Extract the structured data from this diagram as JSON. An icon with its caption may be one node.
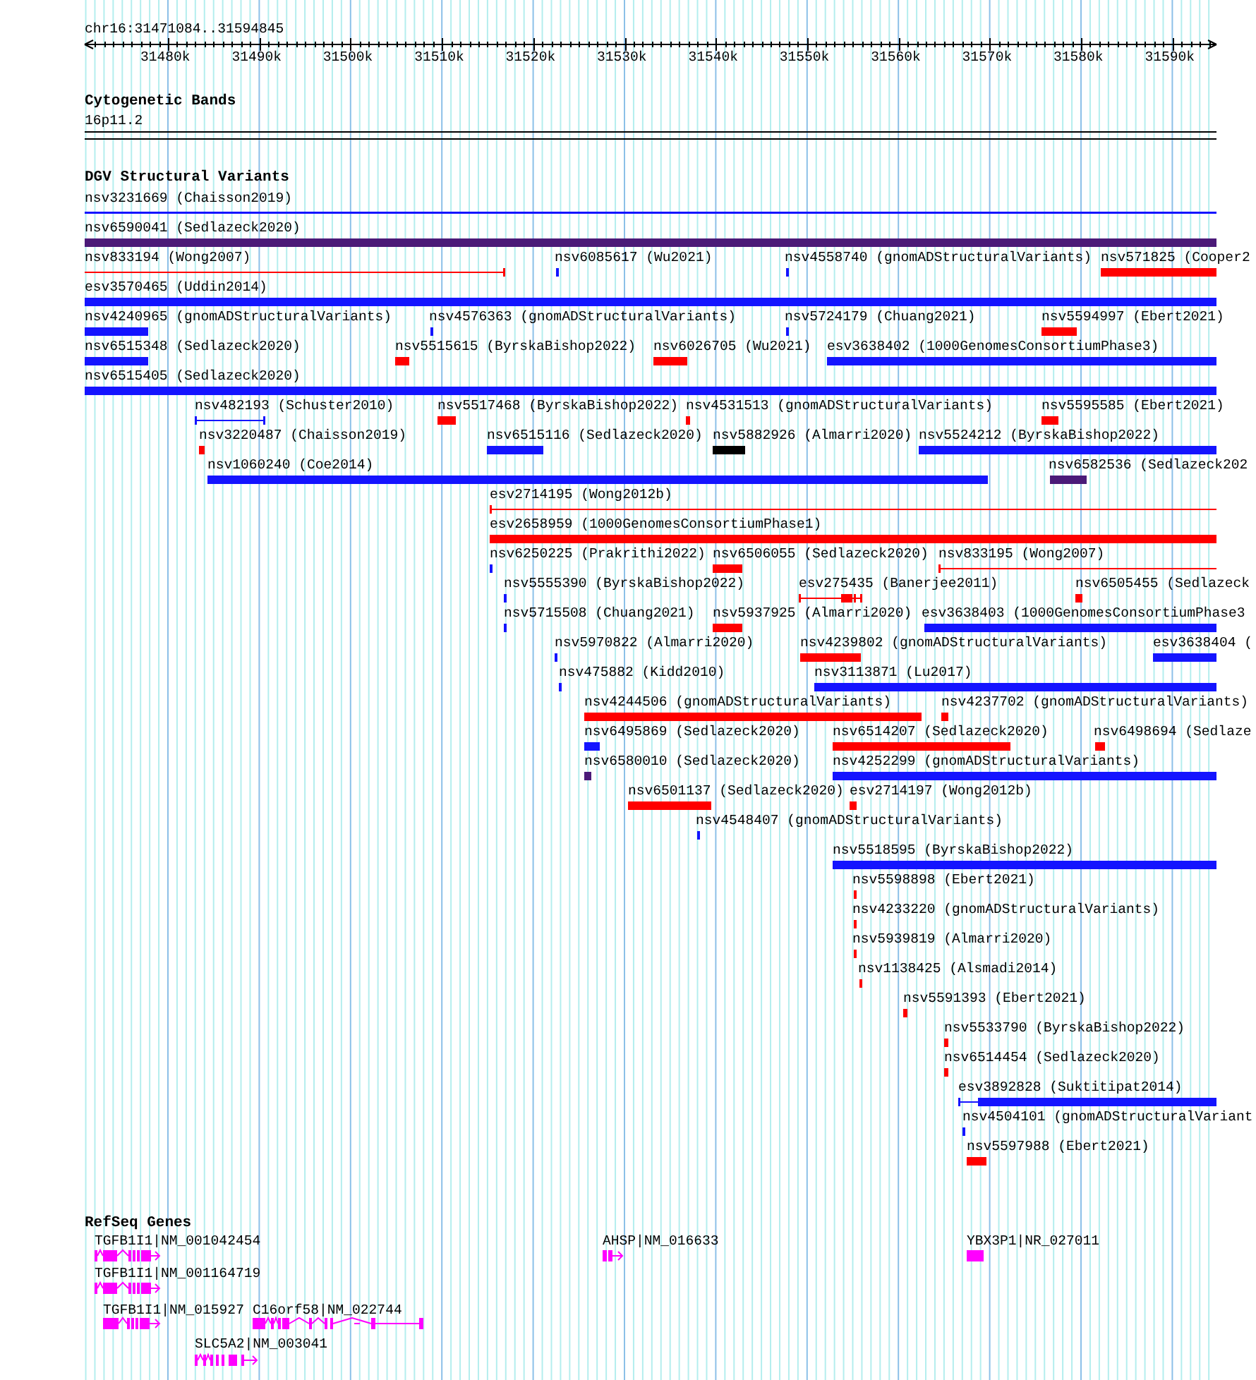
{
  "diagram": {
    "labels": [
      "chr16:31471084..31594845",
      "31480k",
      "31490k",
      "31500k",
      "31510k",
      "31520k",
      "31530k",
      "31540k",
      "31550k",
      "31560k",
      "31570k",
      "31580k",
      "31590k",
      "Cytogenetic Bands",
      "16p11.2",
      "DGV Structural Variants",
      "nsv3231669 (Chaisson2019)",
      "nsv6590041 (Sedlazeck2020)",
      "nsv833194 (Wong2007)",
      "nsv6085617 (Wu2021)",
      "nsv4558740 (gnomADStructuralVariants)",
      "nsv571825 (Cooper2",
      "esv3570465 (Uddin2014)",
      "nsv4240965 (gnomADStructuralVariants)",
      "nsv4576363 (gnomADStructuralVariants)",
      "nsv5724179 (Chuang2021)",
      "nsv5594997 (Ebert2021)",
      "nsv6515348 (Sedlazeck2020)",
      "nsv5515615 (ByrskaBishop2022)",
      "nsv6026705 (Wu2021)",
      "esv3638402 (1000GenomesConsortiumPhase3)",
      "nsv6515405 (Sedlazeck2020)",
      "nsv482193 (Schuster2010)",
      "nsv5517468 (ByrskaBishop2022)",
      "nsv4531513 (gnomADStructuralVariants)",
      "nsv5595585 (Ebert2021)",
      "nsv3220487 (Chaisson2019)",
      "nsv6515116 (Sedlazeck2020)",
      "nsv5882926 (Almarri2020)",
      "nsv5524212 (ByrskaBishop2022)",
      "nsv1060240 (Coe2014)",
      "nsv6582536 (Sedlazeck202",
      "esv2714195 (Wong2012b)",
      "esv2658959 (1000GenomesConsortiumPhase1)",
      "nsv6250225 (Prakrithi2022)",
      "nsv6506055 (Sedlazeck2020)",
      "nsv833195 (Wong2007)",
      "nsv5555390 (ByrskaBishop2022)",
      "esv275435 (Banerjee2011)",
      "nsv6505455 (Sedlazeck",
      "nsv5715508 (Chuang2021)",
      "nsv5937925 (Almarri2020)",
      "esv3638403 (1000GenomesConsortiumPhase3",
      "nsv5970822 (Almarri2020)",
      "nsv4239802 (gnomADStructuralVariants)",
      "esv3638404 (",
      "nsv475882 (Kidd2010)",
      "nsv3113871 (Lu2017)",
      "nsv4244506 (gnomADStructuralVariants)",
      "nsv4237702 (gnomADStructuralVariants)",
      "nsv6495869 (Sedlazeck2020)",
      "nsv6514207 (Sedlazeck2020)",
      "nsv6498694 (Sedlaze",
      "nsv6580010 (Sedlazeck2020)",
      "nsv4252299 (gnomADStructuralVariants)",
      "nsv6501137 (Sedlazeck2020)",
      "esv2714197 (Wong2012b)",
      "nsv4548407 (gnomADStructuralVariants)",
      "nsv5518595 (ByrskaBishop2022)",
      "nsv5598898 (Ebert2021)",
      "nsv4233220 (gnomADStructuralVariants)",
      "nsv5939819 (Almarri2020)",
      "nsv1138425 (Alsmadi2014)",
      "nsv5591393 (Ebert2021)",
      "nsv5533790 (ByrskaBishop2022)",
      "nsv6514454 (Sedlazeck2020)",
      "esv3892828 (Suktitipat2014)",
      "nsv4504101 (gnomADStructuralVariant",
      "nsv5597988 (Ebert2021)",
      "RefSeq Genes",
      "TGFB1I1|NM_001042454",
      "AHSP|NM_016633",
      "YBX3P1|NR_027011",
      "TGFB1I1|NM_001164719",
      "TGFB1I1|NM_015927",
      "C16orf58|NM_022744",
      "SLC5A2|NM_003041"
    ]
  }
}
